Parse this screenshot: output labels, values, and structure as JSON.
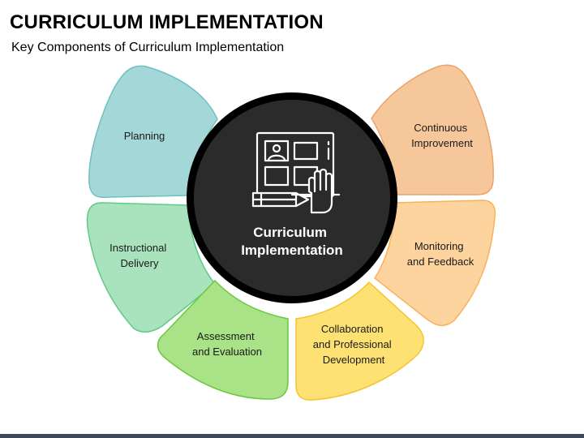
{
  "header": {
    "title": "CURRICULUM IMPLEMENTATION",
    "subtitle": "Key Components of Curriculum Implementation"
  },
  "center": {
    "line1": "Curriculum",
    "line2": "Implementation",
    "icon": "worksheet-pencil-hand-icon",
    "fill_color": "#2b2b2b",
    "ring_color": "#000000"
  },
  "components": [
    {
      "lines": [
        "Planning"
      ],
      "fill": "#a4d8d8",
      "stroke": "#6fc0c0"
    },
    {
      "lines": [
        "Instructional",
        "Delivery"
      ],
      "fill": "#a8e3bd",
      "stroke": "#5fc98a"
    },
    {
      "lines": [
        "Assessment",
        "and Evaluation"
      ],
      "fill": "#a9e287",
      "stroke": "#6cc840"
    },
    {
      "lines": [
        "Collaboration",
        "and Professional",
        "Development"
      ],
      "fill": "#fde172",
      "stroke": "#f4c430"
    },
    {
      "lines": [
        "Monitoring",
        "and Feedback"
      ],
      "fill": "#fdd39e",
      "stroke": "#f8b35a"
    },
    {
      "lines": [
        "Continuous",
        "Improvement"
      ],
      "fill": "#f7c79c",
      "stroke": "#eaa46a"
    }
  ]
}
